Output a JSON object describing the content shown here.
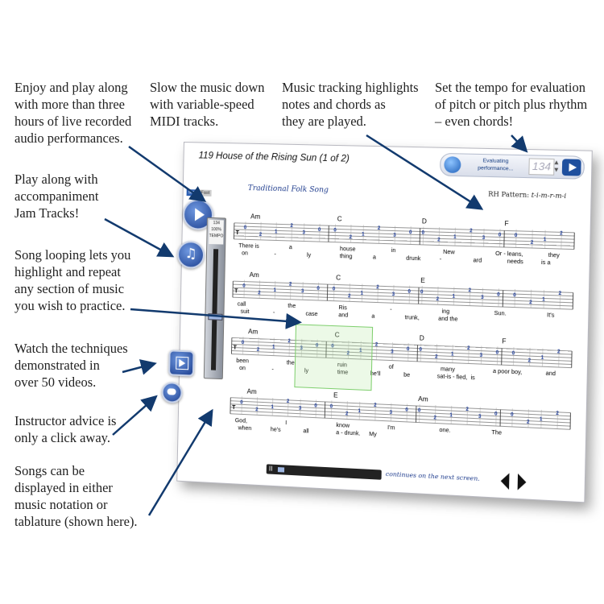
{
  "callouts": {
    "live_audio": "Enjoy and play along\nwith more than three\nhours of live recorded\naudio performances.",
    "slow_music": "Slow the music down\nwith variable-speed\nMIDI tracks.",
    "tracking": "Music tracking highlights\nnotes and chords as\nthey are played.",
    "tempo": "Set the tempo for evaluation\nof pitch or pitch plus rhythm\n– even chords!",
    "jam_tracks": "Play along with\naccompaniment\nJam Tracks!",
    "looping": "Song looping lets you\nhighlight and repeat\nany section of music\nyou wish to practice.",
    "videos": "Watch the techniques\ndemonstrated in\nover 50 videos.",
    "instructor": "Instructor advice is\nonly a click away.",
    "notation": "Songs can be\ndisplayed in either\nmusic notation or\ntablature (shown here)."
  },
  "screen": {
    "song_title": "119  House of the Rising Sun (1 of 2)",
    "subtitle": "Traditional Folk Song",
    "rh_pattern_label": "RH Pattern:",
    "rh_pattern_value": "t-i-m-r-m-i",
    "evaluate_label": "Evaluating performance...",
    "tempo_value": "134",
    "slow_label": "Slow",
    "fast_label": "Fast",
    "tempo_box_top": "134",
    "tempo_box_pct": "100%",
    "tempo_box_label": "TEMPO",
    "continues": "continues on the next screen.",
    "systems": [
      {
        "chords": [
          "Am",
          "C",
          "D",
          "F"
        ],
        "lyrics_top": [
          "There is",
          "a",
          "house",
          "in",
          "New",
          "Or - leans,",
          "they"
        ],
        "lyrics_bottom": [
          "on",
          "-",
          "ly",
          "thing",
          "a",
          "drunk",
          "-",
          "ard",
          "needs",
          "is a"
        ]
      },
      {
        "chords": [
          "Am",
          "C",
          "E"
        ],
        "lyrics_top": [
          "call",
          "the",
          "Ris",
          "-",
          "ing",
          "Sun.",
          "It's"
        ],
        "lyrics_bottom": [
          "suit",
          "-",
          "case",
          "and",
          "a",
          "trunk,",
          "and the"
        ]
      },
      {
        "chords": [
          "Am",
          "C",
          "D",
          "F"
        ],
        "lyrics_top": [
          "been",
          "the",
          "ruin",
          "of",
          "many",
          "a poor boy,",
          "and"
        ],
        "lyrics_bottom": [
          "on",
          "-",
          "ly",
          "time",
          "he'll",
          "be",
          "sat-is - fied,",
          "is"
        ]
      },
      {
        "chords": [
          "Am",
          "E",
          "Am"
        ],
        "lyrics_top": [
          "God,",
          "I",
          "know",
          "I'm",
          "one.",
          "The"
        ],
        "lyrics_bottom": [
          "when",
          "he's",
          "all",
          "a - drunk.",
          "My"
        ]
      }
    ]
  }
}
